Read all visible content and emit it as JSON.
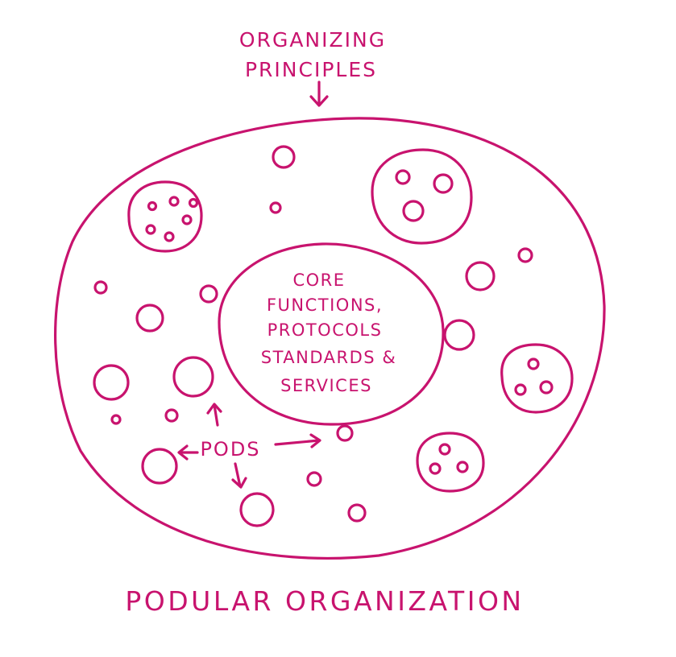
{
  "diagram": {
    "accent_color": "#c8136e",
    "top_label": [
      "ORGANIZING",
      "PRINCIPLES"
    ],
    "core_label": [
      "CORE",
      "FUNCTIONS,",
      "PROTOCOLS",
      "STANDARDS &",
      "SERVICES"
    ],
    "pods_label": "PODS",
    "title": "PODULAR ORGANIZATION"
  }
}
